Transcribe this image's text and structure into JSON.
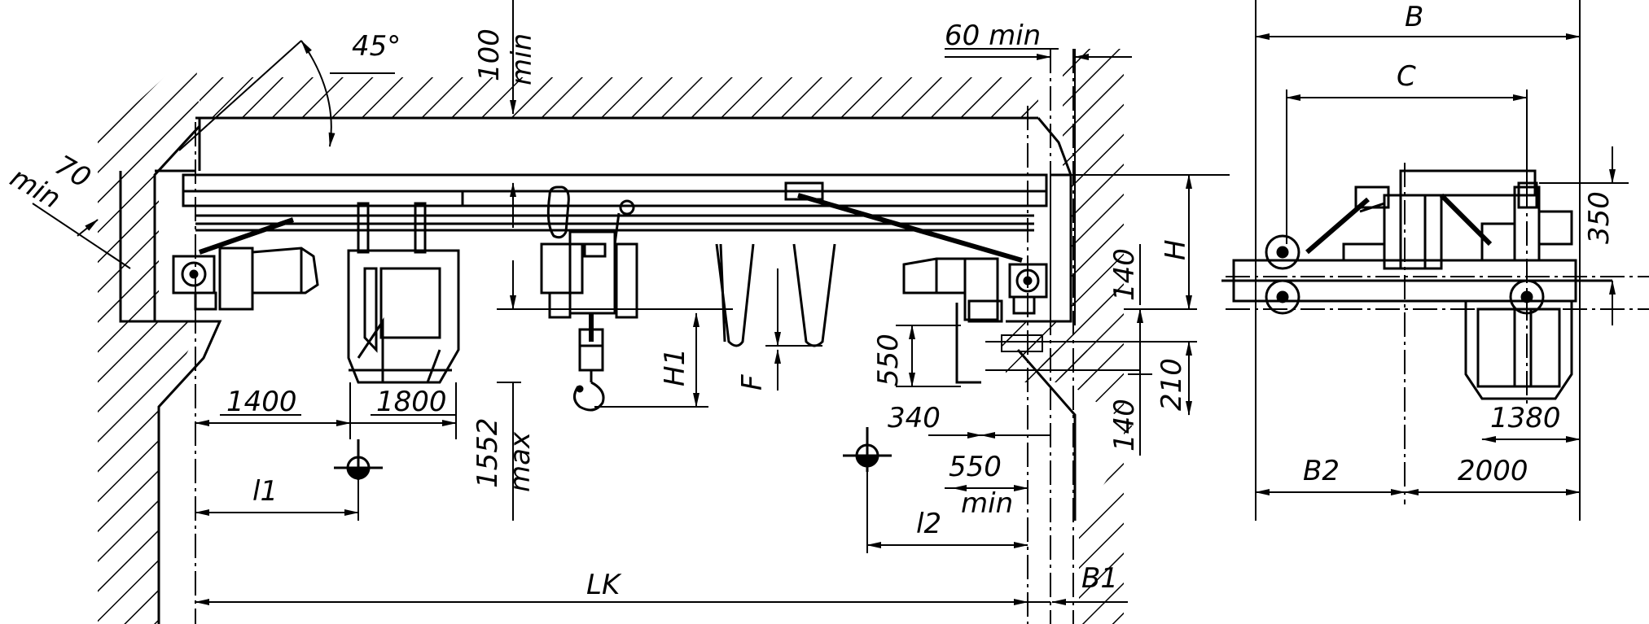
{
  "labels": {
    "angle": "45°",
    "top_clear": "100",
    "top_clear_min": "min",
    "side_clear": "60 min",
    "wall_clear": "70",
    "wall_clear_min": "min",
    "d1400": "1400",
    "d1800": "1800",
    "d1552": "1552",
    "d1552_max": "max",
    "h1": "H1",
    "f": "F",
    "d550": "550",
    "d340": "340",
    "d550min": "550",
    "d550min_sub": "min",
    "l1": "l1",
    "l2": "l2",
    "lk": "LK",
    "b1": "B1",
    "h": "H",
    "d140a": "140",
    "d140b": "140",
    "d210": "210",
    "b": "B",
    "c": "C",
    "d350": "350",
    "d1380": "1380",
    "b2": "B2",
    "d2000": "2000"
  }
}
